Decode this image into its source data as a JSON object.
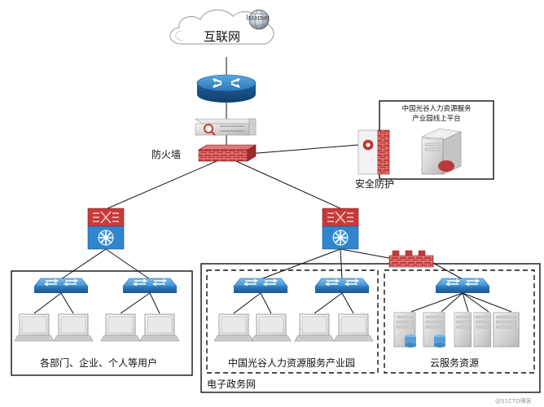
{
  "labels": {
    "cloud": "互联网",
    "globe_text": "Internet",
    "firewall": "防火墙",
    "security": "安全防护",
    "platform_line1": "中国光谷人力资源服务",
    "platform_line2": "产业园线上平台",
    "users": "各部门、企业、个人等用户",
    "park": "中国光谷人力资源服务产业园",
    "cloud_resources": "云服务资源",
    "egov": "电子政务网"
  },
  "watermark": "@51CTO博客",
  "colors": {
    "router": "#2b77b8",
    "firewall": "#c83a3a",
    "switch": "#3b8fd4",
    "line": "#111111"
  },
  "icons": {
    "cloud": "cloud-icon",
    "globe": "globe-icon",
    "router": "router-icon",
    "ids": "ids-probe-icon",
    "firewall": "firewall-icon",
    "security": "security-appliance-icon",
    "server": "server-icon",
    "core_switch": "core-switch-icon",
    "switch": "switch-icon",
    "pc": "pc-icon"
  }
}
